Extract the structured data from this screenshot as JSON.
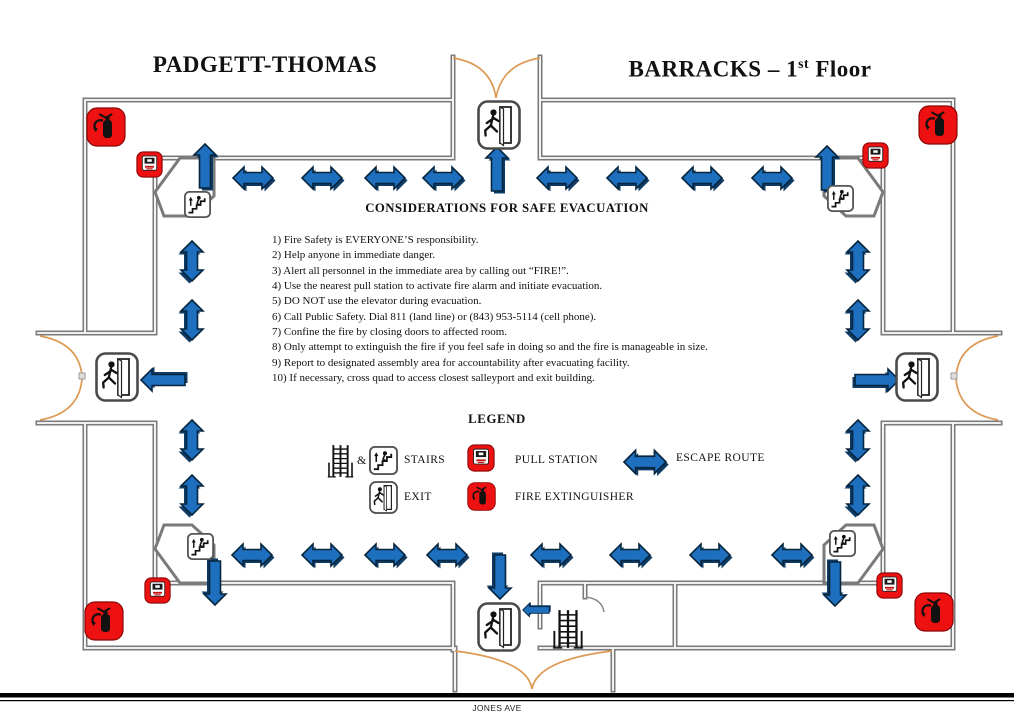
{
  "title": {
    "left": "PADGETT-THOMAS",
    "right_main": "BARRACKS – 1",
    "right_sup": "st",
    "right_rest": " Floor"
  },
  "considerations": {
    "heading": "CONSIDERATIONS FOR SAFE EVACUATION",
    "items": [
      "1) Fire Safety is EVERYONE’S responsibility.",
      "2) Help anyone in immediate danger.",
      "3) Alert all personnel in the immediate area by calling out “FIRE!”.",
      "4) Use the nearest pull station to activate fire alarm and initiate evacuation.",
      "5) DO NOT use the elevator during evacuation.",
      "6) Call Public Safety. Dial 811 (land line) or (843) 953-5114 (cell phone).",
      "7) Confine the fire by closing doors to affected room.",
      "8) Only attempt to extinguish the fire if you feel safe in doing so and the fire is manageable in size.",
      "9) Report to designated assembly area for accountability after evacuating facility.",
      "10) If necessary, cross quad to access closest salleyport and exit building."
    ]
  },
  "legend": {
    "heading": "LEGEND",
    "amp": "&",
    "stairs": "STAIRS",
    "pull_station": "PULL STATION",
    "escape_route": "ESCAPE ROUTE",
    "exit": "EXIT",
    "fire_extinguisher": "FIRE EXTINGUISHER"
  },
  "street": {
    "label": "JONES AVE"
  },
  "colors": {
    "arrow_blue": "#1e6fbe",
    "arrow_shadow": "#0e3c66",
    "icon_red": "#ee1111",
    "wall_gray": "#7a7a7a",
    "door_orange": "#dd9a55"
  },
  "icons": {
    "exit": "exit-running-man-icon",
    "pull_station": "pull-station-icon",
    "fire_extinguisher": "fire-extinguisher-icon",
    "stairs": "stairs-icon",
    "ladder": "ladder-stairs-icon",
    "escape_route": "escape-route-double-arrow"
  }
}
